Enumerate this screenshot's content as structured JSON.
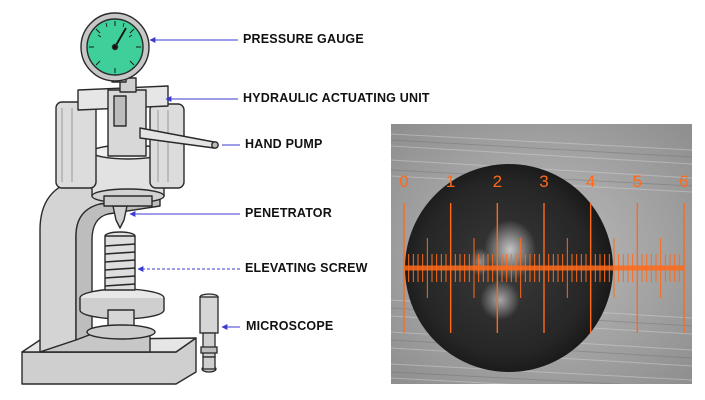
{
  "diagram": {
    "labels": [
      {
        "id": "pressure-gauge",
        "text": "PRESSURE GAUGE"
      },
      {
        "id": "hydraulic-actuating-unit",
        "text": "HYDRAULIC ACTUATING UNIT"
      },
      {
        "id": "hand-pump",
        "text": "HAND PUMP"
      },
      {
        "id": "penetrator",
        "text": "PENETRATOR"
      },
      {
        "id": "elevating-screw",
        "text": "ELEVATING SCREW"
      },
      {
        "id": "microscope",
        "text": "MICROSCOPE"
      }
    ],
    "colors": {
      "leader_arrow": "#3a3ad0",
      "gauge_face": "#3fcf9a",
      "machine_fill": "#d9d9d9",
      "machine_outline": "#2a2a2a",
      "scale_color": "#ff6a1a"
    }
  },
  "micrograph": {
    "scale_numbers": [
      "0",
      "1",
      "2",
      "3",
      "4",
      "5",
      "6"
    ]
  }
}
